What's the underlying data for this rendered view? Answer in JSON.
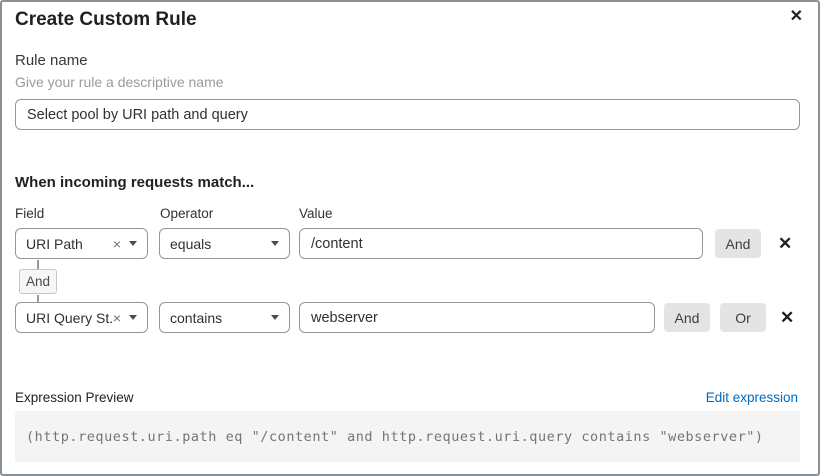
{
  "dialog": {
    "title": "Create Custom Rule"
  },
  "icons": {
    "close": "✕",
    "clear": "×",
    "remove": "✕"
  },
  "rule_name": {
    "label": "Rule name",
    "hint": "Give your rule a descriptive name",
    "value": "Select pool by URI path and query"
  },
  "match_section": {
    "heading": "When incoming requests match...",
    "columns": {
      "field": "Field",
      "operator": "Operator",
      "value": "Value"
    },
    "connector": "And",
    "rows": [
      {
        "field": "URI Path",
        "operator": "equals",
        "value": "/content",
        "buttons": [
          "And"
        ]
      },
      {
        "field": "URI Query St...",
        "operator": "contains",
        "value": "webserver",
        "buttons": [
          "And",
          "Or"
        ]
      }
    ]
  },
  "expression_preview": {
    "label": "Expression Preview",
    "edit_link": "Edit expression",
    "expression": "(http.request.uri.path eq \"/content\" and http.request.uri.query contains \"webserver\")"
  },
  "colors": {
    "link_blue": "#0069c2",
    "input_border": "#91969b",
    "button_bg": "#e4e4e4",
    "badge_bg": "#f6f6f6",
    "code_bg": "#f4f4f5",
    "code_text": "#74747c",
    "dialog_border": "#8a8f94"
  }
}
